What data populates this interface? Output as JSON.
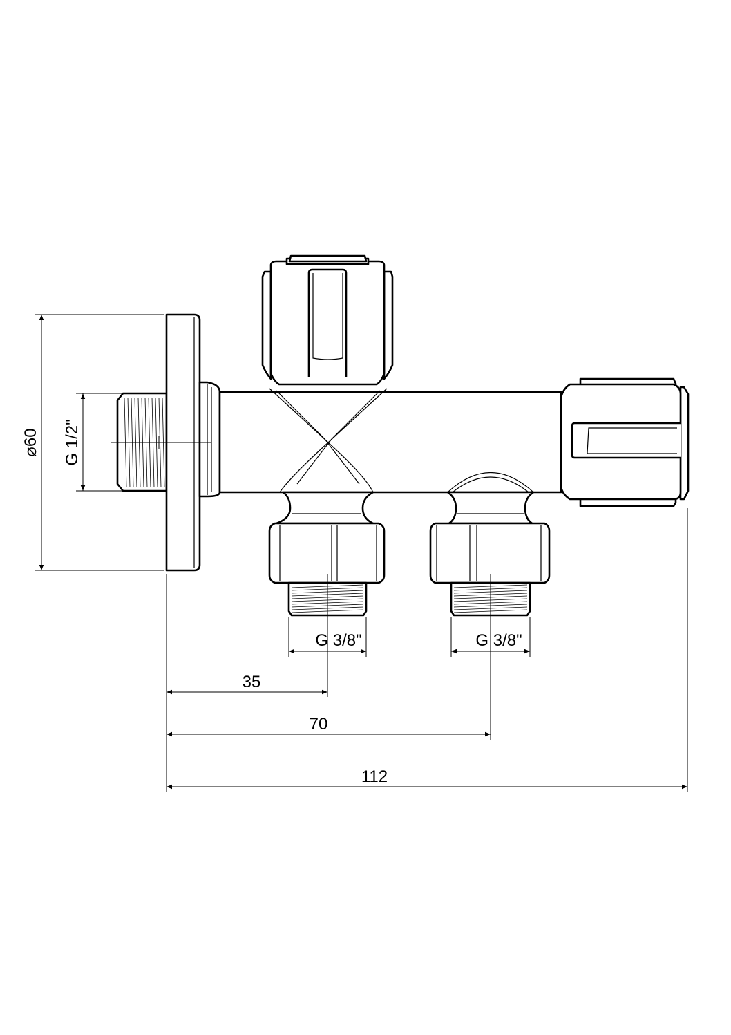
{
  "drawing": {
    "title": "Double angle valve dimension drawing",
    "dimensions": {
      "flange_diameter": "60",
      "inlet_thread": "G 1/2\"",
      "outlet_thread_left": "G 3/8\"",
      "outlet_thread_right": "G 3/8\"",
      "distance_first_outlet": "35",
      "distance_second_outlet": "70",
      "overall_length": "112"
    },
    "symbols": {
      "diameter": "⌀"
    },
    "colors": {
      "line": "#000000",
      "background": "#ffffff"
    }
  }
}
